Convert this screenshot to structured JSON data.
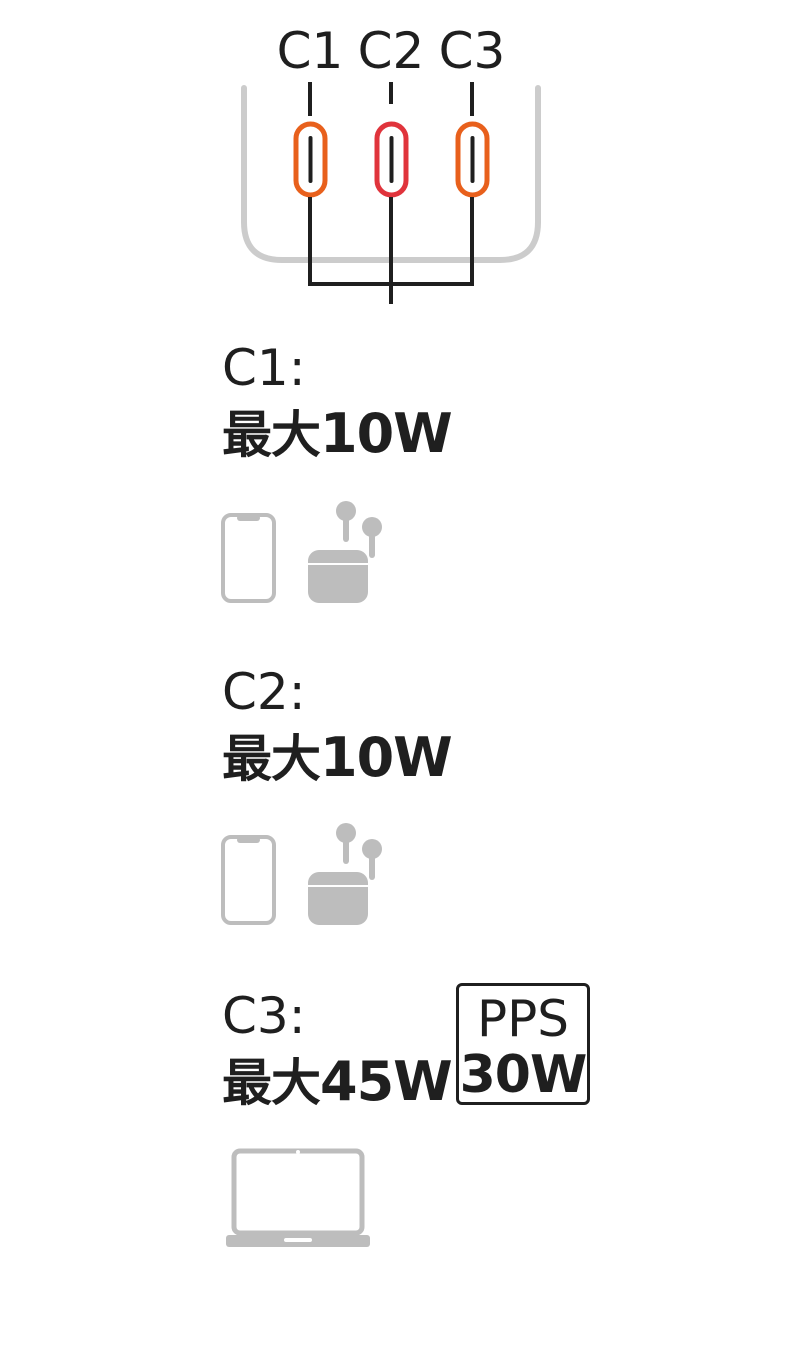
{
  "diagram": {
    "ports": [
      {
        "label": "C1",
        "color": "#e8601c"
      },
      {
        "label": "C2",
        "color": "#e0343c"
      },
      {
        "label": "C3",
        "color": "#e8601c"
      }
    ],
    "line_color": "#1f1f1f",
    "case_color": "#cccccc"
  },
  "sections": [
    {
      "port": "C1:",
      "power_prefix": "最大",
      "power_value": "10W",
      "devices": [
        "phone-icon",
        "earbuds-icon"
      ]
    },
    {
      "port": "C2:",
      "power_prefix": "最大",
      "power_value": "10W",
      "devices": [
        "phone-icon",
        "earbuds-icon"
      ]
    },
    {
      "port": "C3:",
      "power_prefix": "最大",
      "power_value": "45W",
      "devices": [
        "laptop-icon"
      ]
    }
  ],
  "badge": {
    "top": "PPS",
    "bottom": "30W"
  },
  "icon_color": "#bdbdbd"
}
